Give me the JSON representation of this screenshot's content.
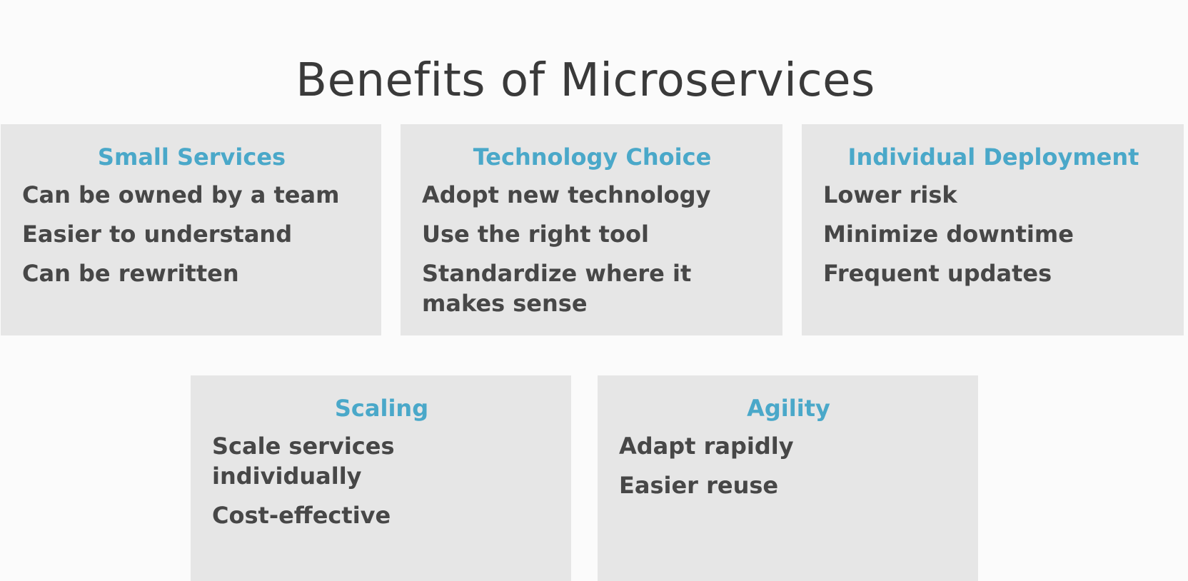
{
  "slide": {
    "title": "Benefits of Microservices"
  },
  "cards": [
    {
      "heading": "Small Services",
      "items": [
        "Can be owned by a team",
        "Easier to understand",
        "Can be rewritten"
      ]
    },
    {
      "heading": "Technology Choice",
      "items": [
        "Adopt new technology",
        "Use the right tool",
        "Standardize where it makes sense"
      ]
    },
    {
      "heading": "Individual Deployment",
      "items": [
        "Lower risk",
        "Minimize downtime",
        "Frequent updates"
      ]
    },
    {
      "heading": "Scaling",
      "items": [
        "Scale services individually",
        "Cost-effective"
      ]
    },
    {
      "heading": "Agility",
      "items": [
        "Adapt rapidly",
        "Easier reuse"
      ]
    }
  ],
  "colors": {
    "heading_accent": "#4aa8c9",
    "card_background": "#e6e6e6",
    "body_text": "#474747",
    "title_text": "#3a3a3a"
  }
}
